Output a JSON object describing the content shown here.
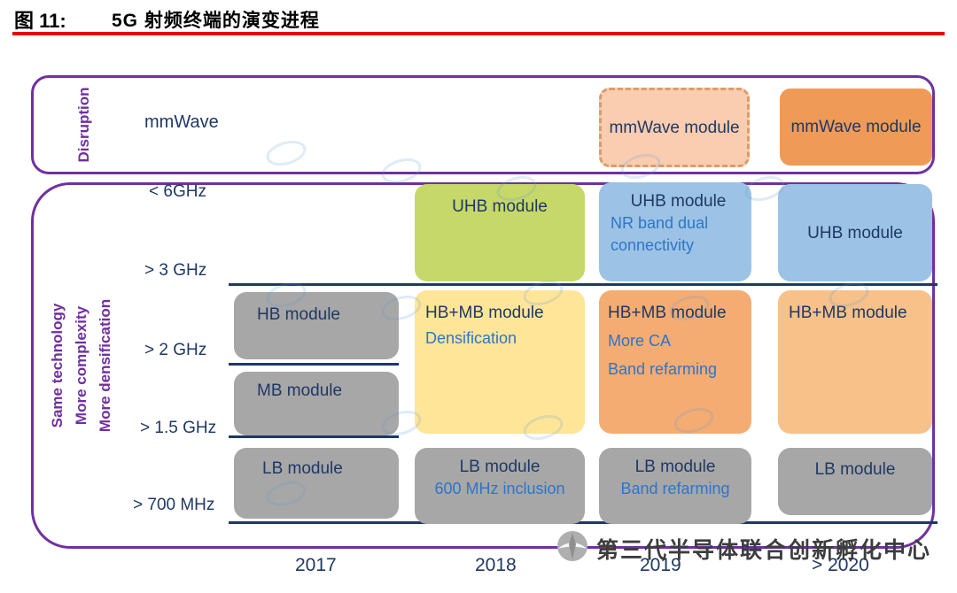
{
  "colors": {
    "purple_border": "#7030A0",
    "navy_text": "#1F3864",
    "blue_subtext": "#2E75C9",
    "red_rule": "#EC0000",
    "gray_box": "#A7A7A7",
    "green_box": "#C6D869",
    "blue_box": "#9CC3E5",
    "yellow_box": "#FFE598",
    "orange_box_2019": "#F4AC72",
    "orange_box_2020": "#F7C189",
    "peach_dashed_box": "#FACDB0",
    "orange_solid_box": "#F09A57"
  },
  "header": {
    "figure_label": "图 11:",
    "figure_title": "5G 射频终端的演变进程"
  },
  "disruption": {
    "side_label": "Disruption",
    "row_label": "mmWave",
    "module_2019": {
      "title": "mmWave module"
    },
    "module_2020": {
      "title": "mmWave module"
    }
  },
  "evolution": {
    "side_label_line1": "Same technology",
    "side_label_line2": "More complexity",
    "side_label_line3": "More densification",
    "freq": {
      "f6": "< 6GHz",
      "f3": "> 3 GHz",
      "f2": "> 2 GHz",
      "f15": "> 1.5 GHz",
      "f700": "> 700 MHz"
    },
    "cells": {
      "hb_2017": {
        "title": "HB module"
      },
      "mb_2017": {
        "title": "MB module"
      },
      "lb_2017": {
        "title": "LB module"
      },
      "uhb_2018": {
        "title": "UHB module"
      },
      "hbmb_2018": {
        "title": "HB+MB module",
        "sub1": "Densification"
      },
      "lb_2018": {
        "title": "LB module",
        "sub1": "600 MHz inclusion"
      },
      "uhb_2019": {
        "title": "UHB module",
        "sub1": "NR band dual connectivity"
      },
      "hbmb_2019": {
        "title": "HB+MB module",
        "sub1": "More CA",
        "sub2": "Band refarming"
      },
      "lb_2019": {
        "title": "LB module",
        "sub1": "Band refarming"
      },
      "uhb_2020": {
        "title": "UHB module"
      },
      "hbmb_2020": {
        "title": "HB+MB module"
      },
      "lb_2020": {
        "title": "LB module"
      }
    }
  },
  "timeline": {
    "y2017": "2017",
    "y2018": "2018",
    "y2019": "2019",
    "y2020": "> 2020"
  },
  "watermark": {
    "text": "第三代半导体联合创新孵化中心"
  }
}
